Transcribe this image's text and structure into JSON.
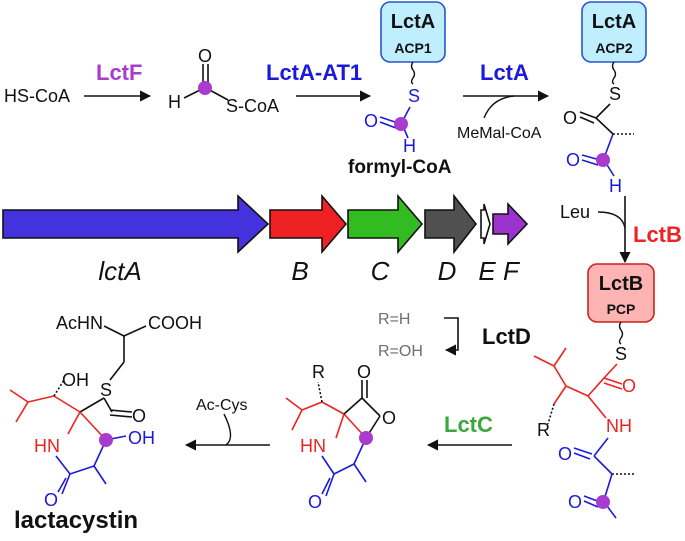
{
  "colors": {
    "purple": "#a93ccf",
    "blue": "#1a1adc",
    "red": "#ee2222",
    "green": "#3aa83a",
    "gray": "#6e6e6e",
    "darkgray": "#4a4a4a",
    "black": "#111111",
    "acp_fill": "#bfeeff",
    "acp_stroke": "#2a55cc",
    "pcp_fill": "#ffb4b4",
    "pcp_stroke": "#cc2222",
    "gene_lctA": "#4433dd",
    "gene_B": "#ee2222",
    "gene_C": "#33bb22",
    "gene_D": "#505050",
    "gene_E": "#ffffff",
    "gene_F": "#9933cc"
  },
  "top_pathway": {
    "hs_coa": "HS-CoA",
    "lctF": "LctF",
    "formyl_h": "H",
    "formyl_o": "O",
    "formyl_scoa": "S-CoA",
    "lctA_at1": "LctA-AT1",
    "acp1_domain": "LctA",
    "acp1_sub": "ACP1",
    "s1": "S",
    "o1": "O",
    "h1": "H",
    "formyl_coa": "formyl-CoA",
    "lctA": "LctA",
    "memal_coa": "MeMal-CoA",
    "acp2_domain": "LctA",
    "acp2_sub": "ACP2",
    "s2": "S",
    "o2a": "O",
    "o2b": "O",
    "h2": "H"
  },
  "gene_cluster": {
    "labels": [
      "lctA",
      "B",
      "C",
      "D",
      "E",
      "F"
    ]
  },
  "right_column": {
    "leu": "Leu",
    "lctB": "LctB",
    "pcp_domain": "LctB",
    "pcp_sub": "PCP",
    "s3": "S",
    "o3": "O",
    "r3": "R",
    "nh3": "NH",
    "o4": "O",
    "o5": "O"
  },
  "middle": {
    "r_h": "R=H",
    "r_oh": "R=OH",
    "lctD": "LctD",
    "lctC": "LctC",
    "r_lactone": "R",
    "hn_lactone": "HN",
    "o_lactone_a": "O",
    "o_lactone_b": "O",
    "o_lactone_c": "O",
    "ac_cys": "Ac-Cys"
  },
  "lactacystin": {
    "achn": "AcHN",
    "cooh": "COOH",
    "oh_top": "OH",
    "s": "S",
    "o_thioester": "O",
    "hn": "HN",
    "oh_ring": "OH",
    "o_ring": "O",
    "name": "lactacystin"
  }
}
